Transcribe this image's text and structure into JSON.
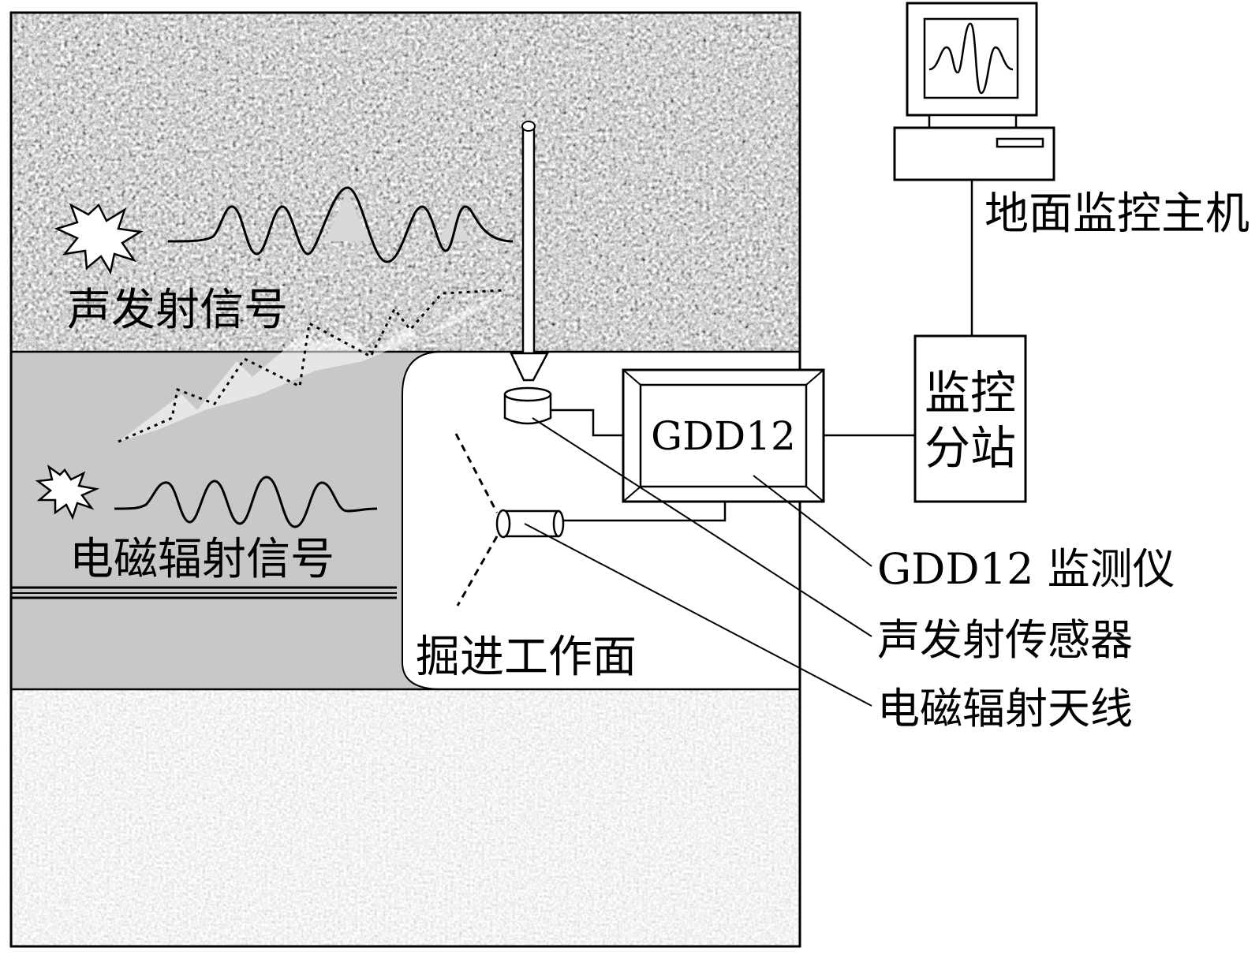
{
  "labels": {
    "acoustic_signal": "声发射信号",
    "em_signal": "电磁辐射信号",
    "face": "掘进工作面",
    "monitor_unit": "GDD12",
    "host": "地面监控主机",
    "substation_line1": "监控",
    "substation_line2": "分站"
  },
  "callouts": {
    "monitor": "GDD12 监测仪",
    "acoustic_sensor": "声发射传感器",
    "em_antenna": "电磁辐射天线"
  }
}
